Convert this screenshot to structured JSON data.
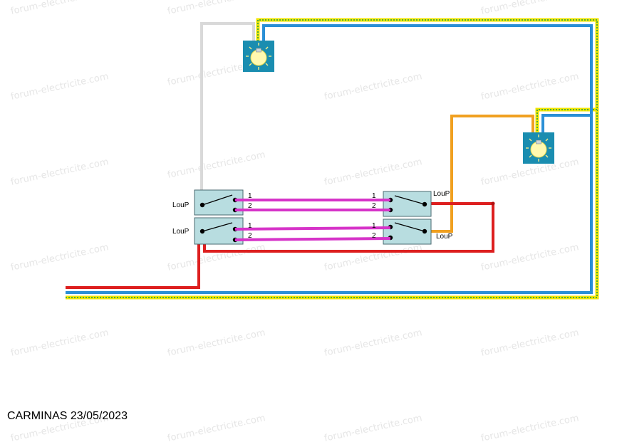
{
  "watermark": {
    "text": "forum-electricite.com"
  },
  "switches": {
    "left_top": {
      "label": "LouP",
      "term1": "1",
      "term2": "2"
    },
    "left_bottom": {
      "label": "LouP",
      "term1": "1",
      "term2": "2"
    },
    "right_top": {
      "label": "LouP",
      "term1": "1",
      "term2": "2"
    },
    "right_bottom": {
      "label": "LouP",
      "term1": "1",
      "term2": "2"
    }
  },
  "lamps": [
    {
      "icon": "light-bulb-icon"
    },
    {
      "icon": "light-bulb-icon"
    }
  ],
  "colors": {
    "phase": "#dd1f1f",
    "neutral": "#2a8fd6",
    "earth": "#f2e600",
    "traveller": "#d633c8",
    "return_lamp1": "#d9d9d9",
    "return_lamp2": "#f0a020",
    "switch_fill": "#b8dde0",
    "lamp_fill": "#1a8db0"
  },
  "caption": "CARMINAS 23/05/2023"
}
